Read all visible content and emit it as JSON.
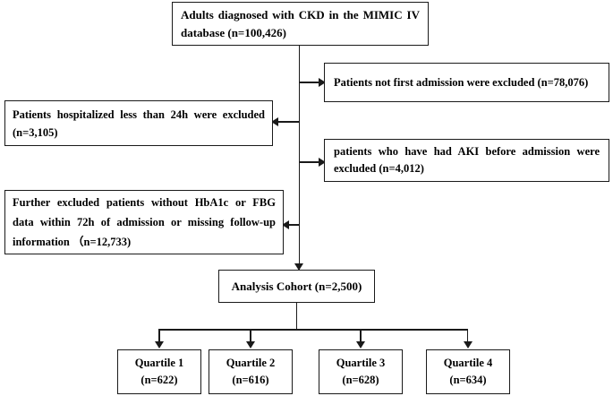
{
  "diagram": {
    "type": "flowchart",
    "title": "CKD patient selection flow diagram (MIMIC IV)",
    "line_color": "#1a1a1a",
    "background_color": "#ffffff",
    "nodes": {
      "source": {
        "lines": [
          "Adults diagnosed with CKD in the MIMIC IV",
          "database (n=100,426)"
        ],
        "count": "100,426"
      },
      "exclusion_not_first_admission": {
        "lines": [
          "Patients not first admission were excluded (n=78,076)"
        ],
        "count": "78,076"
      },
      "exclusion_less_than_24h": {
        "lines": [
          "Patients hospitalized less than 24h were excluded",
          "(n=3,105)"
        ],
        "count": "3,105"
      },
      "exclusion_prior_aki": {
        "lines": [
          "patients who have had AKI before admission were",
          "excluded (n=4,012)"
        ],
        "count": "4,012"
      },
      "exclusion_missing_data": {
        "lines": [
          "Further excluded patients without HbA1c or FBG",
          "data within 72h of admission or missing follow-up",
          "information （n=12,733)"
        ],
        "count": "12,733"
      },
      "analysis_cohort": {
        "lines": [
          "Analysis Cohort (n=2,500)"
        ],
        "count": "2,500"
      },
      "quartile_1": {
        "label": "Quartile 1",
        "count_label": "(n=622)",
        "count": "622"
      },
      "quartile_2": {
        "label": "Quartile 2",
        "count_label": "(n=616)",
        "count": "616"
      },
      "quartile_3": {
        "label": "Quartile 3",
        "count_label": "(n=628)",
        "count": "628"
      },
      "quartile_4": {
        "label": "Quartile 4",
        "count_label": "(n=634)",
        "count": "634"
      }
    }
  }
}
